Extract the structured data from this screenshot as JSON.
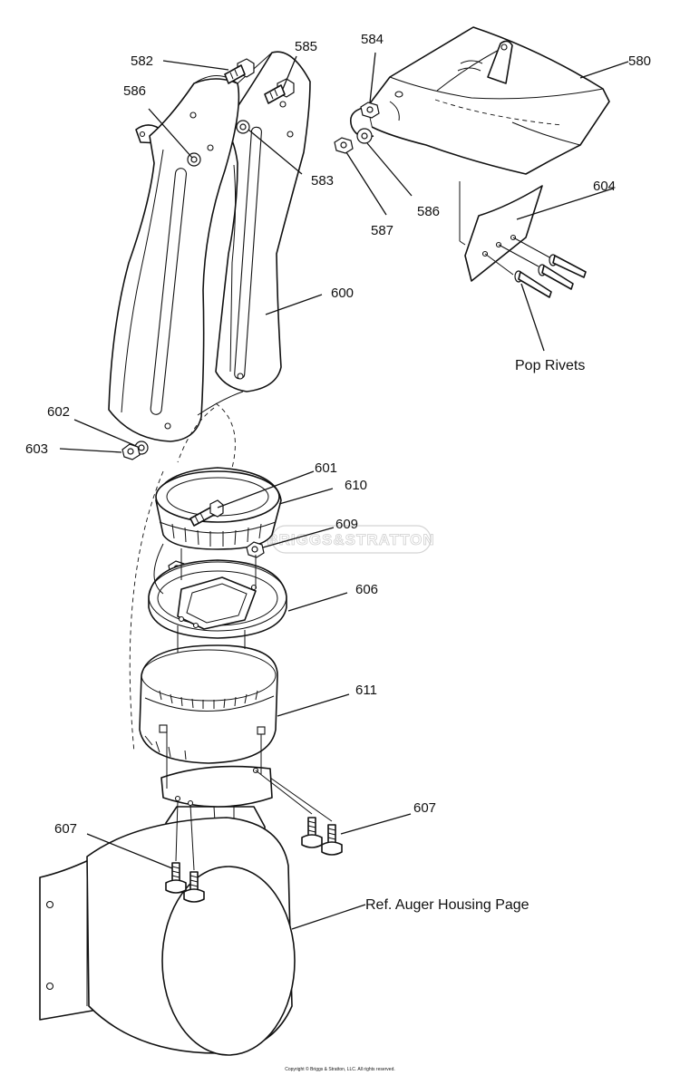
{
  "labels": {
    "p580": "580",
    "p582": "582",
    "p583": "583",
    "p584": "584",
    "p585": "585",
    "p586a": "586",
    "p586b": "586",
    "p587": "587",
    "p600": "600",
    "p601": "601",
    "p602": "602",
    "p603": "603",
    "p604": "604",
    "p606": "606",
    "p607a": "607",
    "p607b": "607",
    "p609": "609",
    "p610": "610",
    "p611": "611"
  },
  "notes": {
    "pop_rivets": "Pop Rivets",
    "ref_auger": "Ref. Auger Housing Page"
  },
  "watermark": "BRIGGS&STRATTON",
  "copyright": "Copyright © Briggs & Stratton, LLC. All rights reserved."
}
